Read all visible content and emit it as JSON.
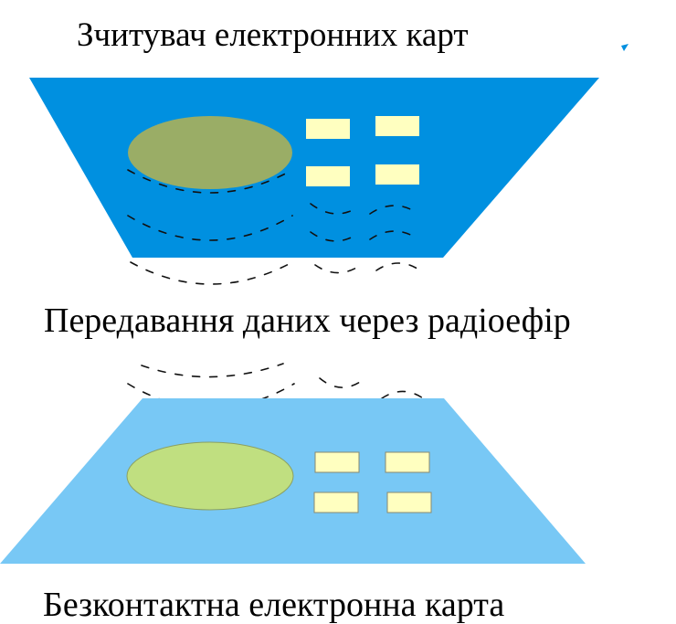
{
  "labels": {
    "reader": "Зчитувач електронних карт",
    "transmission": "Передавання даних через радіоефір",
    "card": "Безконтактна електронна карта"
  },
  "colors": {
    "reader_body": "#0090e0",
    "reader_antenna": "#9aad66",
    "card_body": "#78c8f5",
    "card_antenna": "#c0df80",
    "contact_pad": "#ffffc0",
    "pad_border": "#8a8a70"
  }
}
